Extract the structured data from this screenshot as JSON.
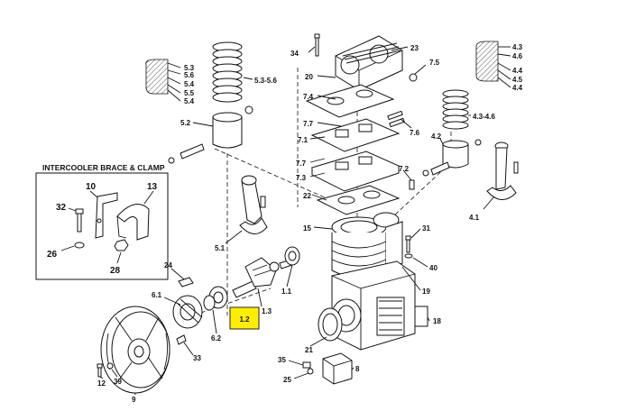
{
  "inset": {
    "title": "INTERCOOLER BRACE & CLAMP",
    "labels": [
      "10",
      "13",
      "32",
      "26",
      "28"
    ]
  },
  "labels": {
    "l34": "34",
    "l23": "23",
    "l20": "20",
    "l7_5": "7.5",
    "l7_4": "7.4",
    "l7_7a": "7.7",
    "l7_6": "7.6",
    "l7_1": "7.1",
    "l7_7b": "7.7",
    "l7_2": "7.2",
    "l7_3": "7.3",
    "l22": "22",
    "l15": "15",
    "l31": "31",
    "l40": "40",
    "l19": "19",
    "l18": "18",
    "l21": "21",
    "l8": "8",
    "l35": "35",
    "l25": "25",
    "l5_3": "5.3",
    "l5_6": "5.6",
    "l5_4a": "5.4",
    "l5_5": "5.5",
    "l5_4b": "5.4",
    "l5_36": "5.3-5.6",
    "l5_2": "5.2",
    "l4_3a": "4.3",
    "l4_6": "4.6",
    "l4_4a": "4.4",
    "l4_5": "4.5",
    "l4_4b": "4.4",
    "l4_36": "4.3-4.6",
    "l4_2": "4.2",
    "l4_1": "4.1",
    "l5_1": "5.1",
    "l24": "24",
    "l1_1": "1.1",
    "l1_3": "1.3",
    "l6_1": "6.1",
    "l6_2": "6.2",
    "l33": "33",
    "l12": "12",
    "l39": "39",
    "l9": "9"
  },
  "highlight": {
    "label": "1.2",
    "color": "#ffee00"
  }
}
